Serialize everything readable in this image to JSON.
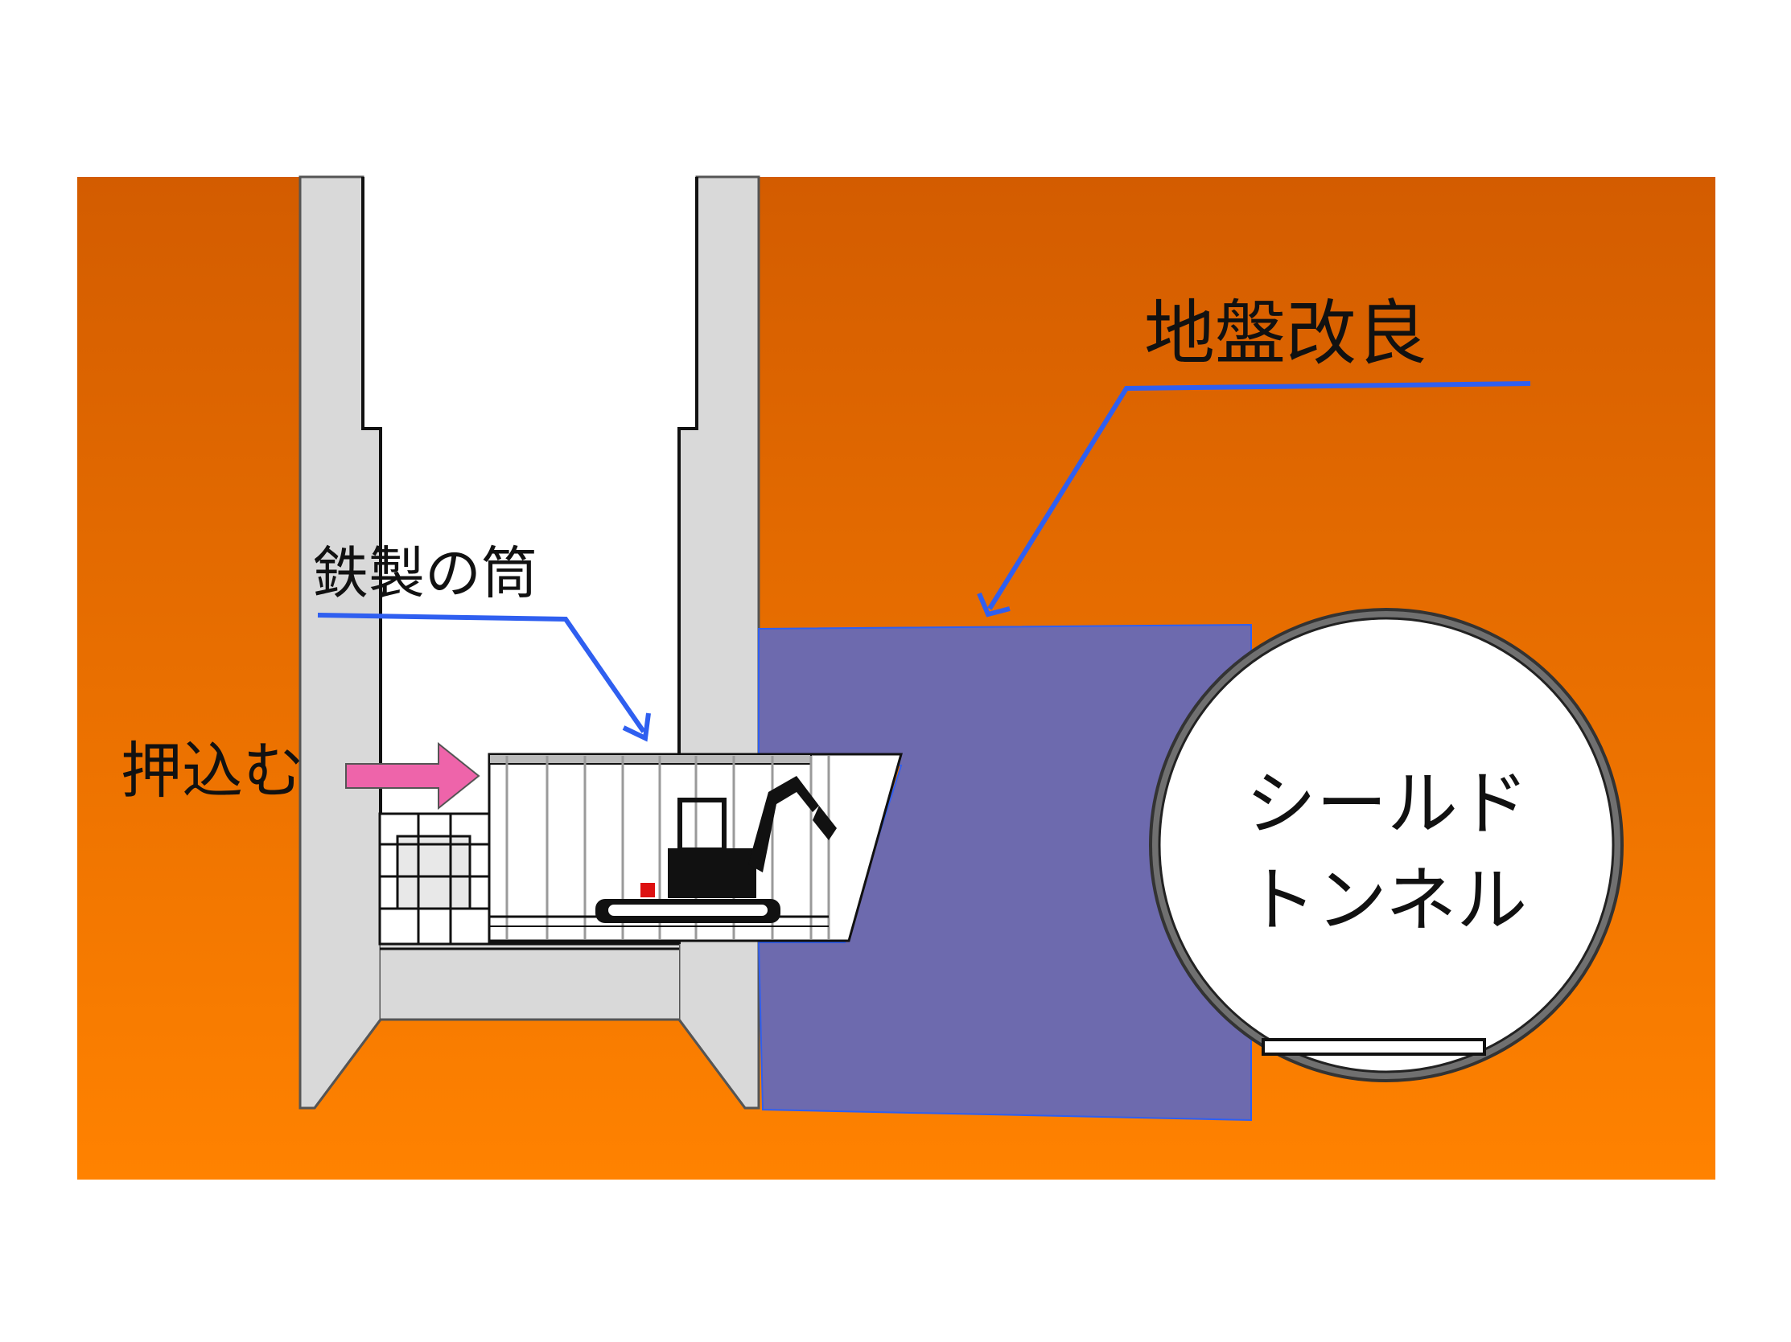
{
  "labels": {
    "ground_improvement": "地盤改良",
    "steel_tube": "鉄製の筒",
    "push_in": "押込む",
    "shield_line1": "シールド",
    "shield_line2": "トンネル"
  },
  "colors": {
    "ground_top": "#D35C00",
    "ground_bottom": "#FF8200",
    "concrete": "#D9D9D9",
    "improved_ground": "#6D6AAE",
    "leader_line": "#2F5FF0",
    "push_arrow": "#EE64AA",
    "tunnel_ring": "#707070"
  }
}
